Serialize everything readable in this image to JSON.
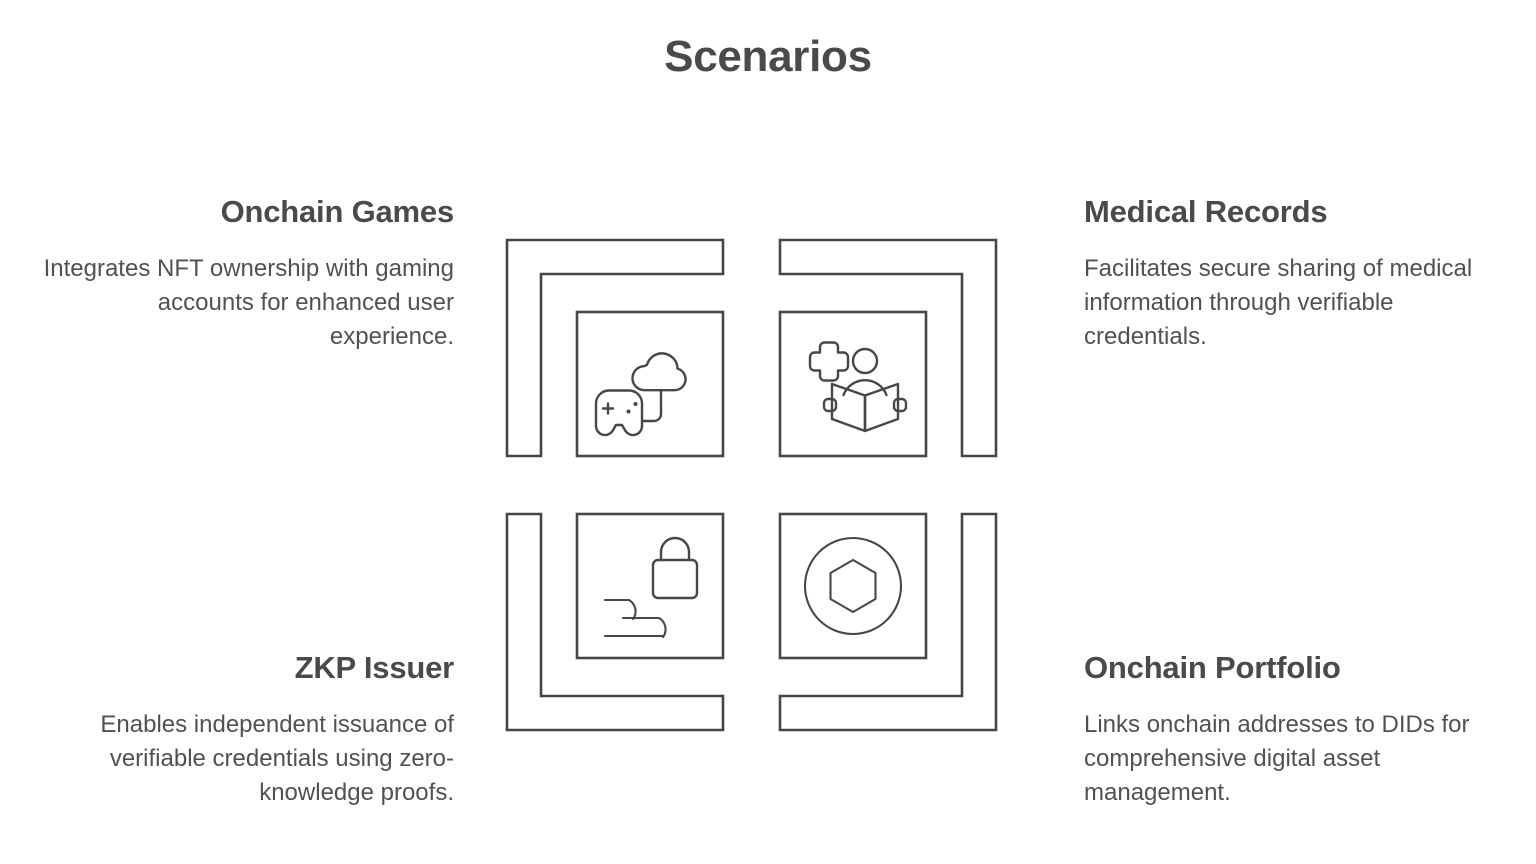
{
  "page": {
    "title": "Scenarios",
    "background_color": "#ffffff",
    "heading_color": "#4a4a4a",
    "body_color": "#515151",
    "line_color": "#474747"
  },
  "scenarios": [
    {
      "id": "onchain-games",
      "heading": "Onchain Games",
      "body": "Integrates NFT ownership with gaming accounts for enhanced user experience.",
      "text_side": "left",
      "text_align": "right",
      "icon": "cloud-gamepad-icon",
      "bracket_corner": "top-left"
    },
    {
      "id": "medical-records",
      "heading": "Medical Records",
      "body": "Facilitates secure sharing of medical information through verifiable credentials.",
      "text_side": "right",
      "text_align": "left",
      "icon": "medical-person-book-icon",
      "bracket_corner": "top-right"
    },
    {
      "id": "zkp-issuer",
      "heading": "ZKP Issuer",
      "body": "Enables independent issuance of verifiable credentials using zero-knowledge proofs.",
      "text_side": "left",
      "text_align": "right",
      "icon": "padlock-credential-icon",
      "bracket_corner": "bottom-left"
    },
    {
      "id": "onchain-portfolio",
      "heading": "Onchain Portfolio",
      "body": "Links onchain addresses to DIDs for comprehensive digital asset management.",
      "text_side": "right",
      "text_align": "left",
      "icon": "circle-hexagon-token-icon",
      "bracket_corner": "bottom-right"
    }
  ]
}
